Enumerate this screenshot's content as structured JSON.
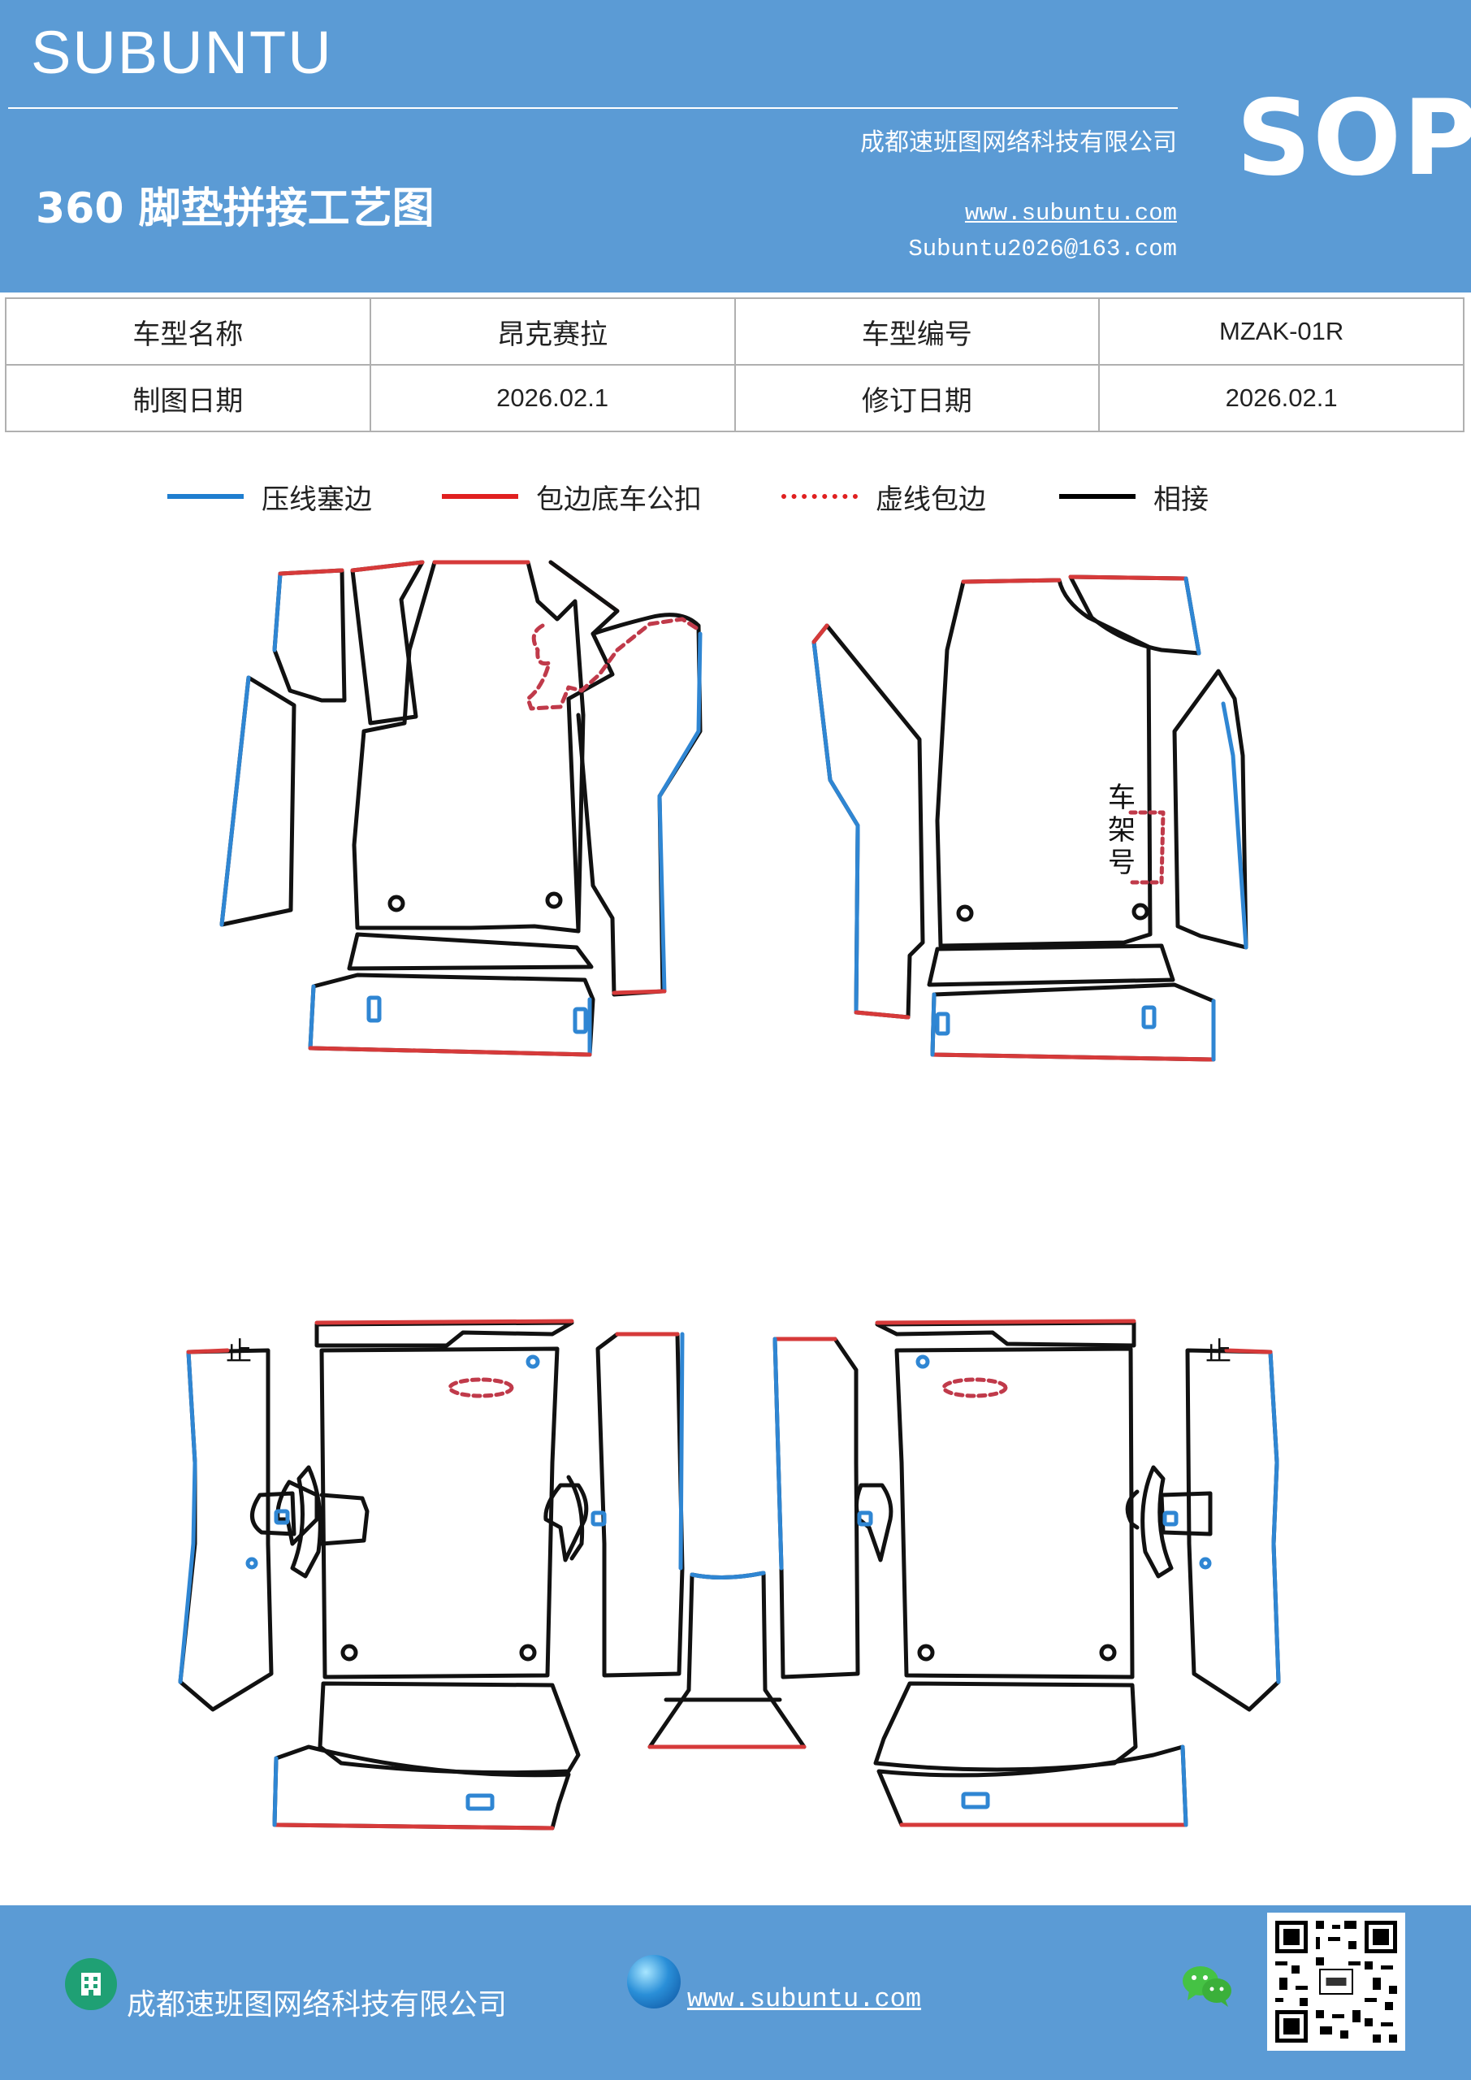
{
  "header": {
    "brand": "SUBUNTU",
    "company": "成都速班图网络科技有限公司",
    "title": "360 脚垫拼接工艺图",
    "website": "www.subuntu.com",
    "email": "Subuntu2026@163.com",
    "badge": "SOP",
    "background_color": "#5b9bd5"
  },
  "info_table": {
    "rows": [
      {
        "label1": "车型名称",
        "value1": "昂克赛拉",
        "label2": "车型编号",
        "value2": "MZAK-01R"
      },
      {
        "label1": "制图日期",
        "value1": "2026.02.1",
        "label2": "修订日期",
        "value2": "2026.02.1"
      }
    ]
  },
  "legend": [
    {
      "label": "压线塞边",
      "color": "#1f7ed0",
      "style": "solid"
    },
    {
      "label": "包边底车公扣",
      "color": "#e02020",
      "style": "solid"
    },
    {
      "label": "虚线包边",
      "color": "#e02020",
      "style": "dotted"
    },
    {
      "label": "相接",
      "color": "#000000",
      "style": "solid"
    }
  ],
  "diagram": {
    "frame_label": "车架号",
    "marks": [
      "止",
      "止"
    ],
    "colors": {
      "pressed": "#2f86d3",
      "wrapped": "#d63a3a",
      "joined": "#111111"
    }
  },
  "footer": {
    "company": "成都速班图网络科技有限公司",
    "website": "www.subuntu.com",
    "building_icon": "building-icon",
    "globe_icon": "globe-icon",
    "wechat_icon": "wechat-icon",
    "qr": "qr-code"
  }
}
